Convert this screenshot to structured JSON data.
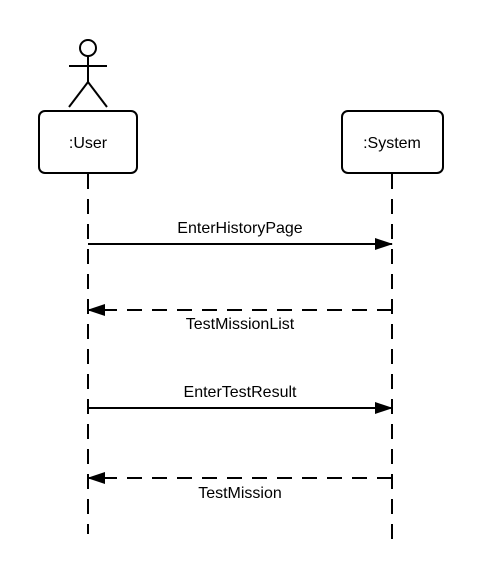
{
  "diagram": {
    "type": "sequence",
    "participants": [
      {
        "id": "user",
        "label": ":User",
        "actor_icon": "stick-figure-icon"
      },
      {
        "id": "system",
        "label": ":System"
      }
    ],
    "messages": [
      {
        "from": "user",
        "to": "system",
        "label": "EnterHistoryPage",
        "kind": "call"
      },
      {
        "from": "system",
        "to": "user",
        "label": "TestMissionList",
        "kind": "return"
      },
      {
        "from": "user",
        "to": "system",
        "label": "EnterTestResult",
        "kind": "call"
      },
      {
        "from": "system",
        "to": "user",
        "label": "TestMission",
        "kind": "return"
      }
    ]
  },
  "colors": {
    "line": "#000000",
    "box_fill": "#ffffff"
  }
}
